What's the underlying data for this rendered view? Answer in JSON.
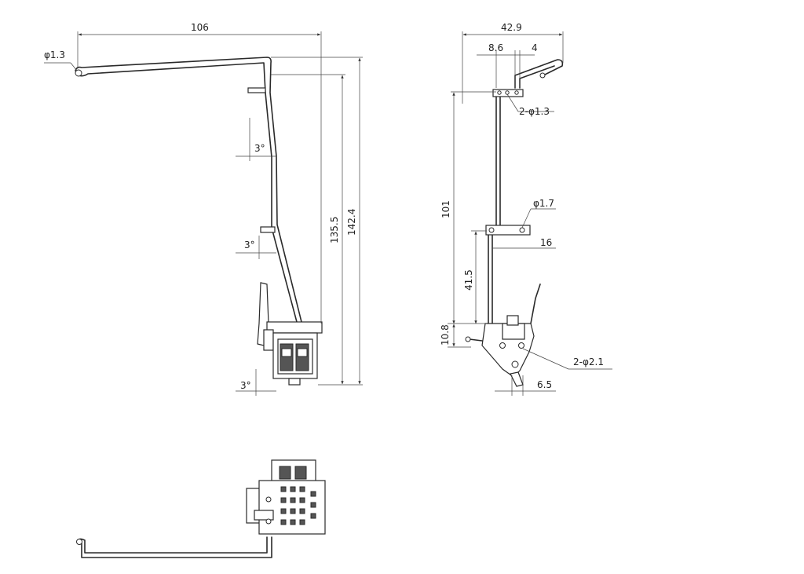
{
  "front_view": {
    "width_label": "106",
    "hole_label": "φ1.3",
    "angle_top": "3°",
    "angle_mid": "3°",
    "angle_bottom": "3°",
    "height_inner": "135.5",
    "height_outer": "142.4"
  },
  "side_view": {
    "top_width": "42.9",
    "top_offset": "8.6",
    "top_gap": "4",
    "holes_top": "2-φ1.3",
    "hole_mid": "φ1.7",
    "mid_length": "16",
    "height_total": "101",
    "height_lower": "41.5",
    "height_base": "10.8",
    "holes_bottom": "2-φ2.1",
    "bottom_width": "6.5"
  }
}
